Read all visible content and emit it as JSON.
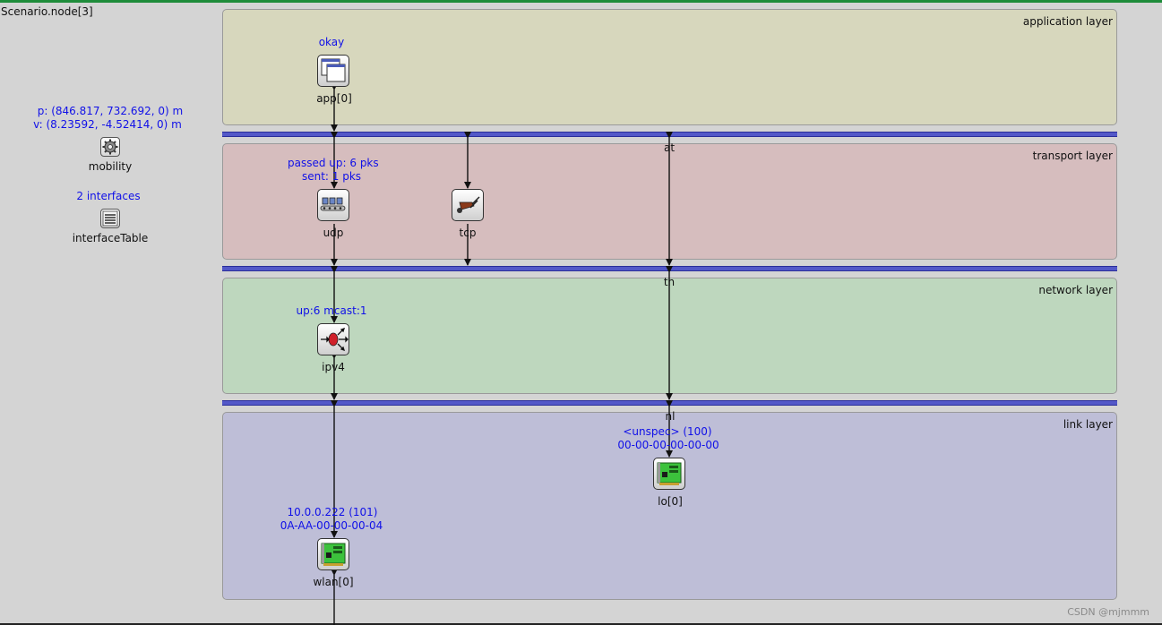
{
  "title": "Scenario.node[3]",
  "layers": {
    "application": "application layer",
    "transport": "transport layer",
    "network": "network layer",
    "link": "link layer"
  },
  "colors": {
    "application": "#d7d7bd",
    "transport": "#d6bdbe",
    "network": "#bed7be",
    "link": "#bebed7",
    "bus": "#5358c8",
    "status_text": "#1010e8"
  },
  "mobility": {
    "status_p": "p: (846.817, 732.692, 0) m",
    "status_v": "v: (8.23592, -4.52414, 0) m",
    "name": "mobility",
    "icon": "gear-icon"
  },
  "interface_table": {
    "status": "2 interfaces",
    "name": "interfaceTable",
    "icon": "list-icon"
  },
  "modules": {
    "app": {
      "status": "okay",
      "name": "app[0]",
      "icon": "window-icon"
    },
    "udp": {
      "status_line1": "passed up: 6 pks",
      "status_line2": "sent: 1 pks",
      "name": "udp",
      "icon": "queue-icon"
    },
    "tcp": {
      "name": "tcp",
      "icon": "wheelbarrow-icon"
    },
    "ipv4": {
      "status": "up:6 mcast:1",
      "name": "ipv4",
      "icon": "router-icon"
    },
    "lo": {
      "status_line1": "<unspec> (100)",
      "status_line2": "00-00-00-00-00-00",
      "name": "lo[0]",
      "icon": "nic-icon"
    },
    "wlan": {
      "status_line1": "10.0.0.222 (101)",
      "status_line2": "0A-AA-00-00-00-04",
      "name": "wlan[0]",
      "icon": "nic-icon"
    }
  },
  "gates": {
    "at": "at",
    "tn": "tn",
    "nl": "nl"
  },
  "watermark": "CSDN @mjmmm"
}
